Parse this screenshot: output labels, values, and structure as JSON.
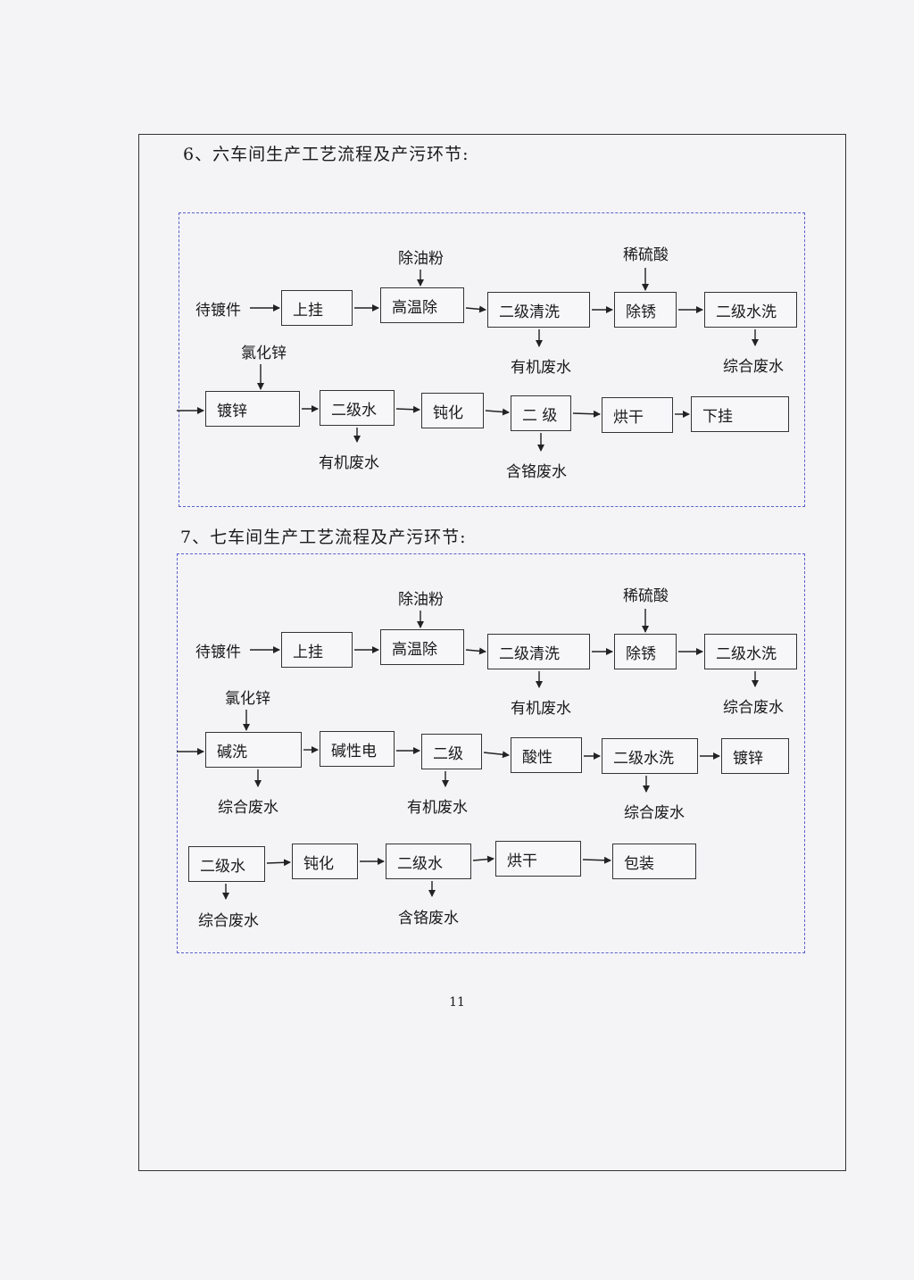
{
  "section6": {
    "title": "6、六车间生产工艺流程及产污环节:",
    "inputs": [
      "待镀件",
      "除油粉",
      "稀硫酸",
      "氯化锌"
    ],
    "steps": [
      "上挂",
      "高温除",
      "二级清洗",
      "除锈",
      "二级水洗",
      "镀锌",
      "二级水",
      "钝化",
      "二 级",
      "烘干",
      "下挂"
    ],
    "outputs": [
      "有机废水",
      "综合废水",
      "有机废水",
      "含铬废水"
    ]
  },
  "section7": {
    "title": "7、七车间生产工艺流程及产污环节:",
    "inputs": [
      "待镀件",
      "除油粉",
      "稀硫酸",
      "氯化锌"
    ],
    "steps": [
      "上挂",
      "高温除",
      "二级清洗",
      "除锈",
      "二级水洗",
      "碱洗",
      "碱性电",
      "二级",
      "酸性",
      "二级水洗",
      "镀锌",
      "二级水",
      "钝化",
      "二级水",
      "烘干",
      "包装"
    ],
    "outputs": [
      "有机废水",
      "综合废水",
      "综合废水",
      "有机废水",
      "综合废水",
      "综合废水",
      "含铬废水"
    ]
  },
  "page_number": "11"
}
